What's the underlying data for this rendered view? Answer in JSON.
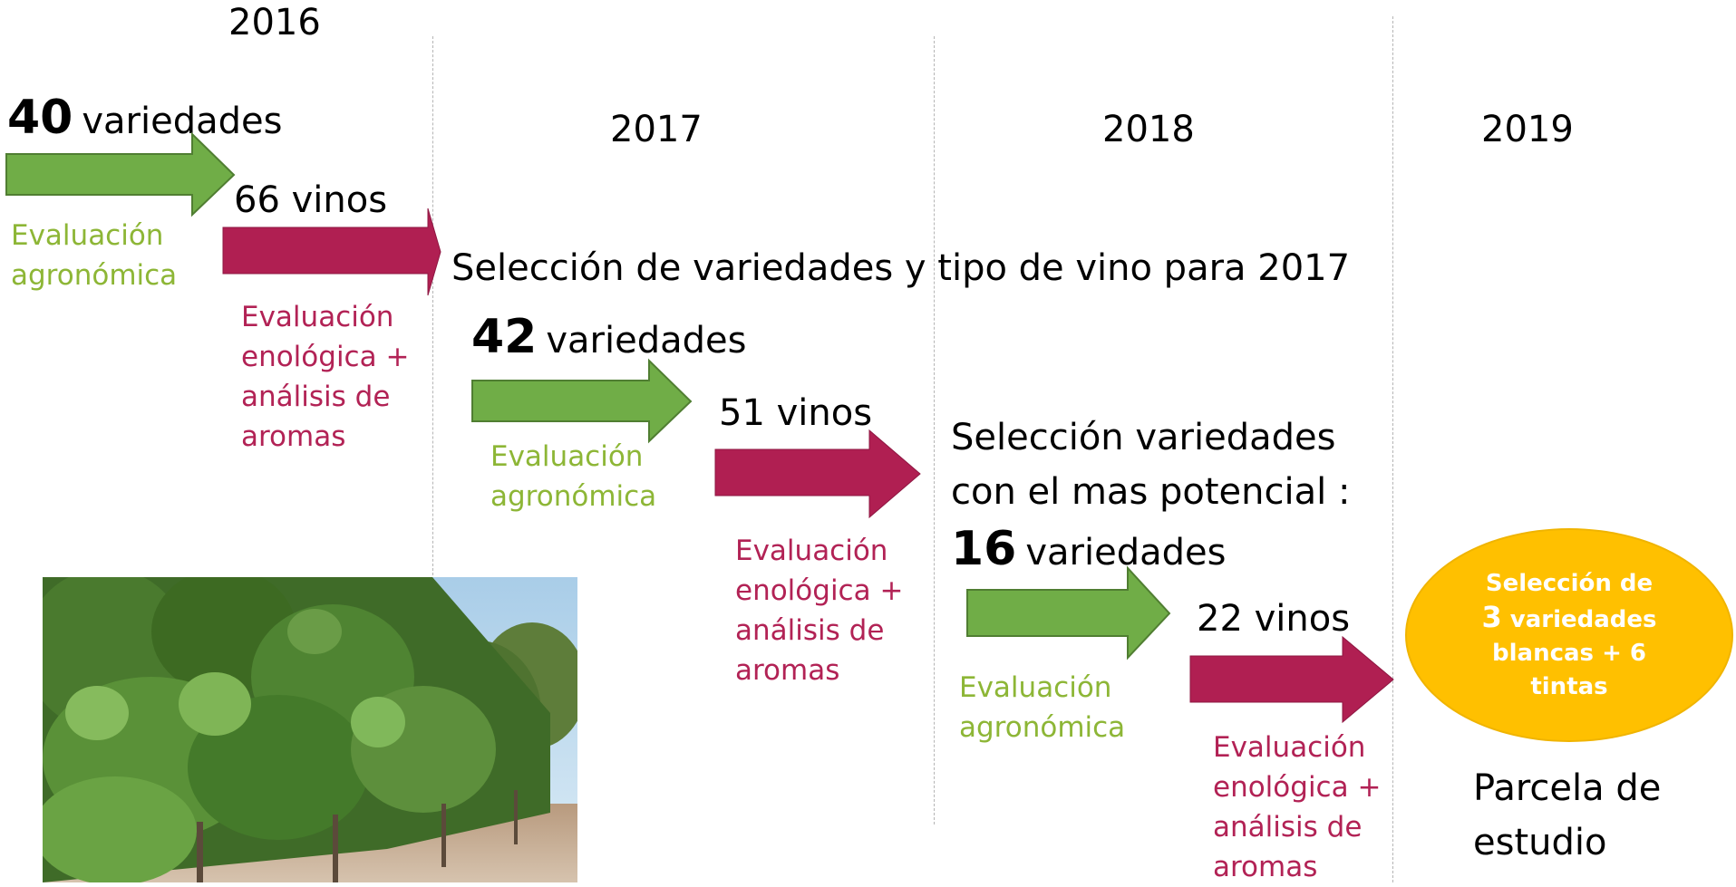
{
  "years": [
    "2016",
    "2017",
    "2018",
    "2019"
  ],
  "stage1": {
    "count": "40",
    "count_label": "variedades",
    "wines": "66 vinos",
    "agro_label": "Evaluación agronómica",
    "eno_label": "Evaluación enológica + análisis de aromas"
  },
  "selection1": "Selección de variedades y tipo de vino para 2017",
  "stage2": {
    "count": "42",
    "count_label": "variedades",
    "wines": "51 vinos",
    "agro_label": "Evaluación agronómica",
    "eno_label": "Evaluación enológica + análisis de aromas"
  },
  "selection2": "Selección variedades con el mas potencial :",
  "stage3": {
    "count": "16",
    "count_label": "variedades",
    "wines": "22 vinos",
    "agro_label": "Evaluación agronómica",
    "eno_label": "Evaluación enológica + análisis de aromas"
  },
  "final": {
    "prefix": "Selección de",
    "count": "3",
    "rest": "variedades blancas + 6 tintas"
  },
  "plot_label": "Parcela de estudio",
  "colors": {
    "green_arrow": "#70ad47",
    "red_arrow": "#b01f52",
    "green_text": "#8db636",
    "red_text": "#b22255",
    "oval": "#ffc000"
  }
}
